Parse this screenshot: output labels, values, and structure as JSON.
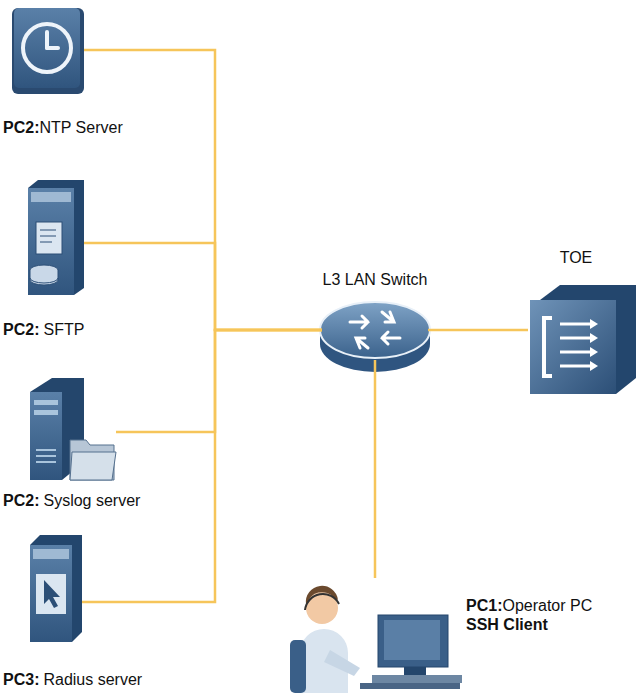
{
  "diagram": {
    "nodes": [
      {
        "text": [
          "PC2:",
          "NTP Server"
        ]
      },
      {
        "text": [
          "PC2:",
          "SFTP"
        ]
      },
      {
        "text": [
          "PC2:",
          "Syslog server"
        ]
      },
      {
        "text": [
          "PC3:",
          "Radius server"
        ]
      },
      {
        "text": [
          "L3 LAN Switch"
        ]
      },
      {
        "text": [
          "TOE"
        ]
      },
      {
        "text": [
          "PC1:",
          "Operator PC",
          "SSH Client"
        ]
      }
    ],
    "edges": [
      {
        "from": 0,
        "to": 4,
        "arrow": "none"
      },
      {
        "from": 1,
        "to": 4,
        "arrow": "none"
      },
      {
        "from": 2,
        "to": 4,
        "arrow": "none"
      },
      {
        "from": 3,
        "to": 4,
        "arrow": "none"
      },
      {
        "from": 4,
        "to": 5,
        "arrow": "none"
      },
      {
        "from": 4,
        "to": 6,
        "arrow": "none"
      }
    ]
  }
}
